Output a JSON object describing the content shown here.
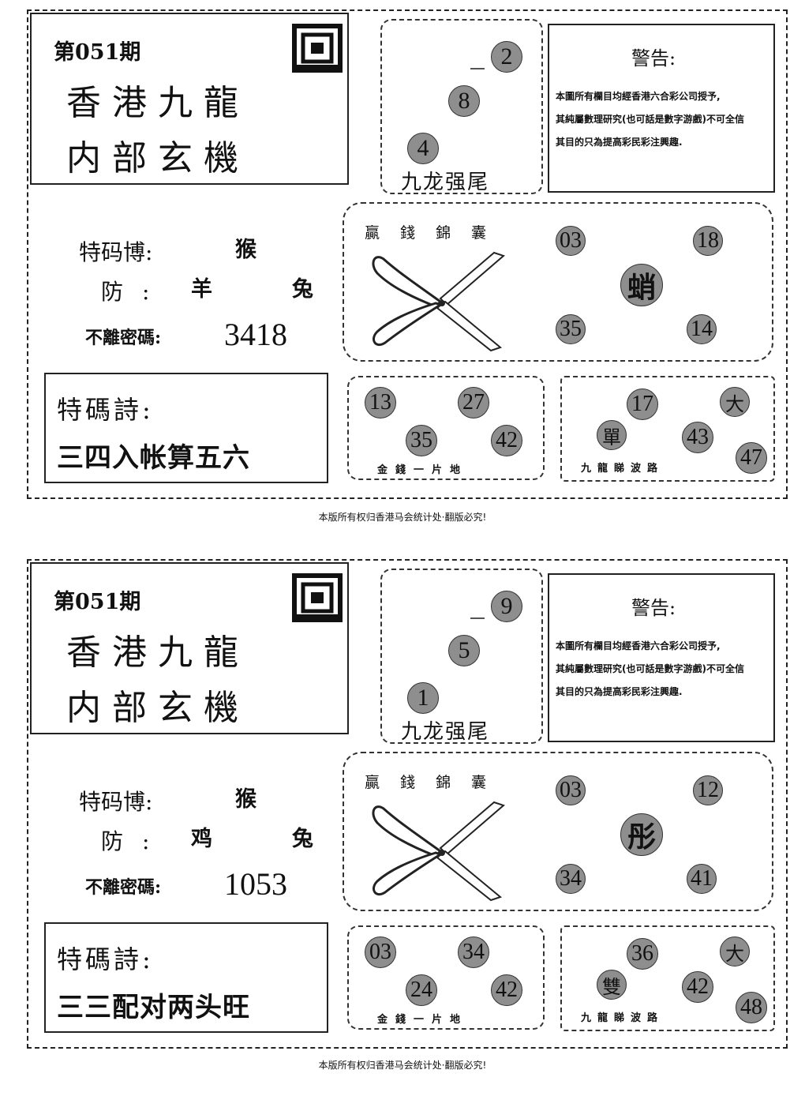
{
  "footer": "本版所有权归香港马会统计处·翻版必究!",
  "panels": [
    {
      "issue": "第051期",
      "title_line1": "香港九龍",
      "title_line2": "内部玄機",
      "tail": {
        "numbers": [
          "2",
          "8",
          "4"
        ],
        "label": "九龙强尾"
      },
      "warning": {
        "title": "警告:",
        "lines": [
          "本圖所有欄目均經香港六合彩公司授予,",
          "其純屬數理研究(也可話是數字游戲)不可全信",
          "其目的只為提高彩民彩注興趣."
        ]
      },
      "special": {
        "label": "特码博:",
        "value": "猴",
        "guard_label": "防:",
        "guard1": "羊",
        "guard2": "兔",
        "code_label": "不離密碼:",
        "code": "3418"
      },
      "pouch": {
        "label": "贏錢錦囊",
        "numbers": [
          "03",
          "18",
          "35",
          "14"
        ],
        "center": "蛸"
      },
      "poem": {
        "label": "特碼詩:",
        "text": "三四入帐算五六"
      },
      "gold": {
        "numbers": [
          "13",
          "27",
          "35",
          "42"
        ],
        "label": "金錢一片地"
      },
      "wave": {
        "numbers": [
          "17",
          "43",
          "47"
        ],
        "big": "大",
        "parity": "單",
        "label": "九龍睇波路"
      }
    },
    {
      "issue": "第051期",
      "title_line1": "香港九龍",
      "title_line2": "内部玄機",
      "tail": {
        "numbers": [
          "9",
          "5",
          "1"
        ],
        "label": "九龙强尾"
      },
      "warning": {
        "title": "警告:",
        "lines": [
          "本圖所有欄目均經香港六合彩公司授予,",
          "其純屬數理研究(也可話是數字游戲)不可全信",
          "其目的只為提高彩民彩注興趣."
        ]
      },
      "special": {
        "label": "特码博:",
        "value": "猴",
        "guard_label": "防:",
        "guard1": "鸡",
        "guard2": "兔",
        "code_label": "不離密碼:",
        "code": "1053"
      },
      "pouch": {
        "label": "贏錢錦囊",
        "numbers": [
          "03",
          "12",
          "34",
          "41"
        ],
        "center": "彤"
      },
      "poem": {
        "label": "特碼詩:",
        "text": "三三配对两头旺"
      },
      "gold": {
        "numbers": [
          "03",
          "34",
          "24",
          "42"
        ],
        "label": "金錢一片地"
      },
      "wave": {
        "numbers": [
          "36",
          "42",
          "48"
        ],
        "big": "大",
        "parity": "雙",
        "label": "九龍睇波路"
      }
    }
  ]
}
